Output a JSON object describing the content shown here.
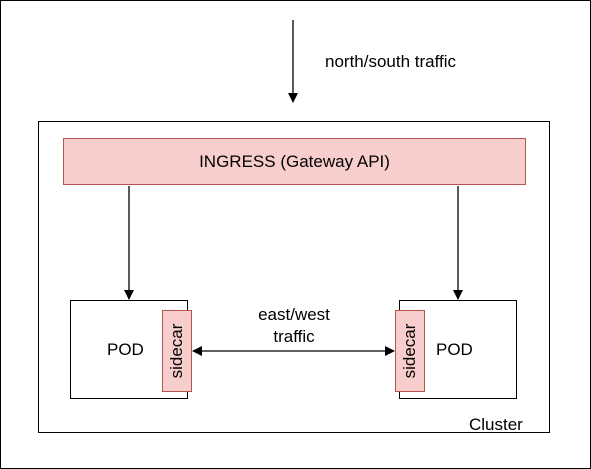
{
  "traffic": {
    "north_south": "north/south traffic",
    "east_west": "east/west traffic"
  },
  "ingress": {
    "label": "INGRESS (Gateway API)"
  },
  "cluster": {
    "label": "Cluster"
  },
  "pods": {
    "left": {
      "label": "POD",
      "sidecar": "sidecar"
    },
    "right": {
      "label": "POD",
      "sidecar": "sidecar"
    }
  },
  "colors": {
    "fill": "#f8cecc",
    "stroke": "#b85450",
    "line": "#000000"
  }
}
